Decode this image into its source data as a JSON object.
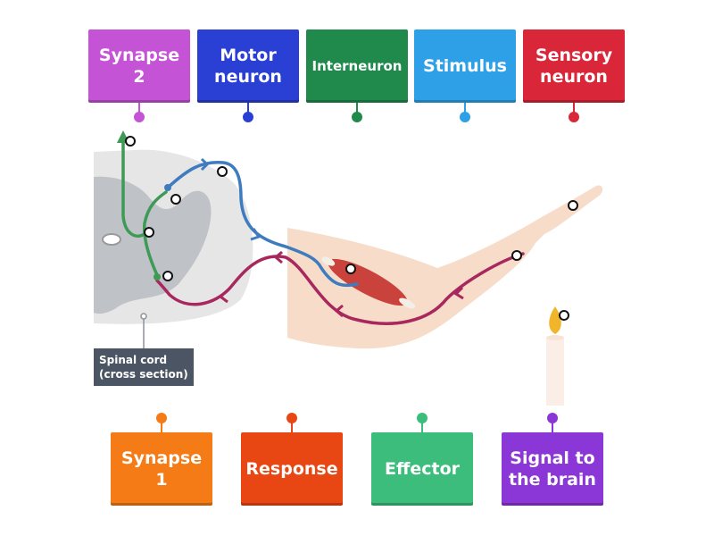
{
  "top_tiles": [
    {
      "label": "Synapse\n2",
      "color": "#c553d6"
    },
    {
      "label": "Motor\nneuron",
      "color": "#2a3fd3"
    },
    {
      "label": "Interneuron",
      "color": "#1f8a4c"
    },
    {
      "label": "Stimulus",
      "color": "#2ea0e8"
    },
    {
      "label": "Sensory\nneuron",
      "color": "#d92638"
    }
  ],
  "bottom_tiles": [
    {
      "label": "Synapse 1",
      "color": "#f47b16"
    },
    {
      "label": "Response",
      "color": "#e84714"
    },
    {
      "label": "Effector",
      "color": "#3cbd7c"
    },
    {
      "label": "Signal to\nthe brain",
      "color": "#8b36d6"
    }
  ],
  "spinal_cord_label": "Spinal cord\n(cross section)"
}
